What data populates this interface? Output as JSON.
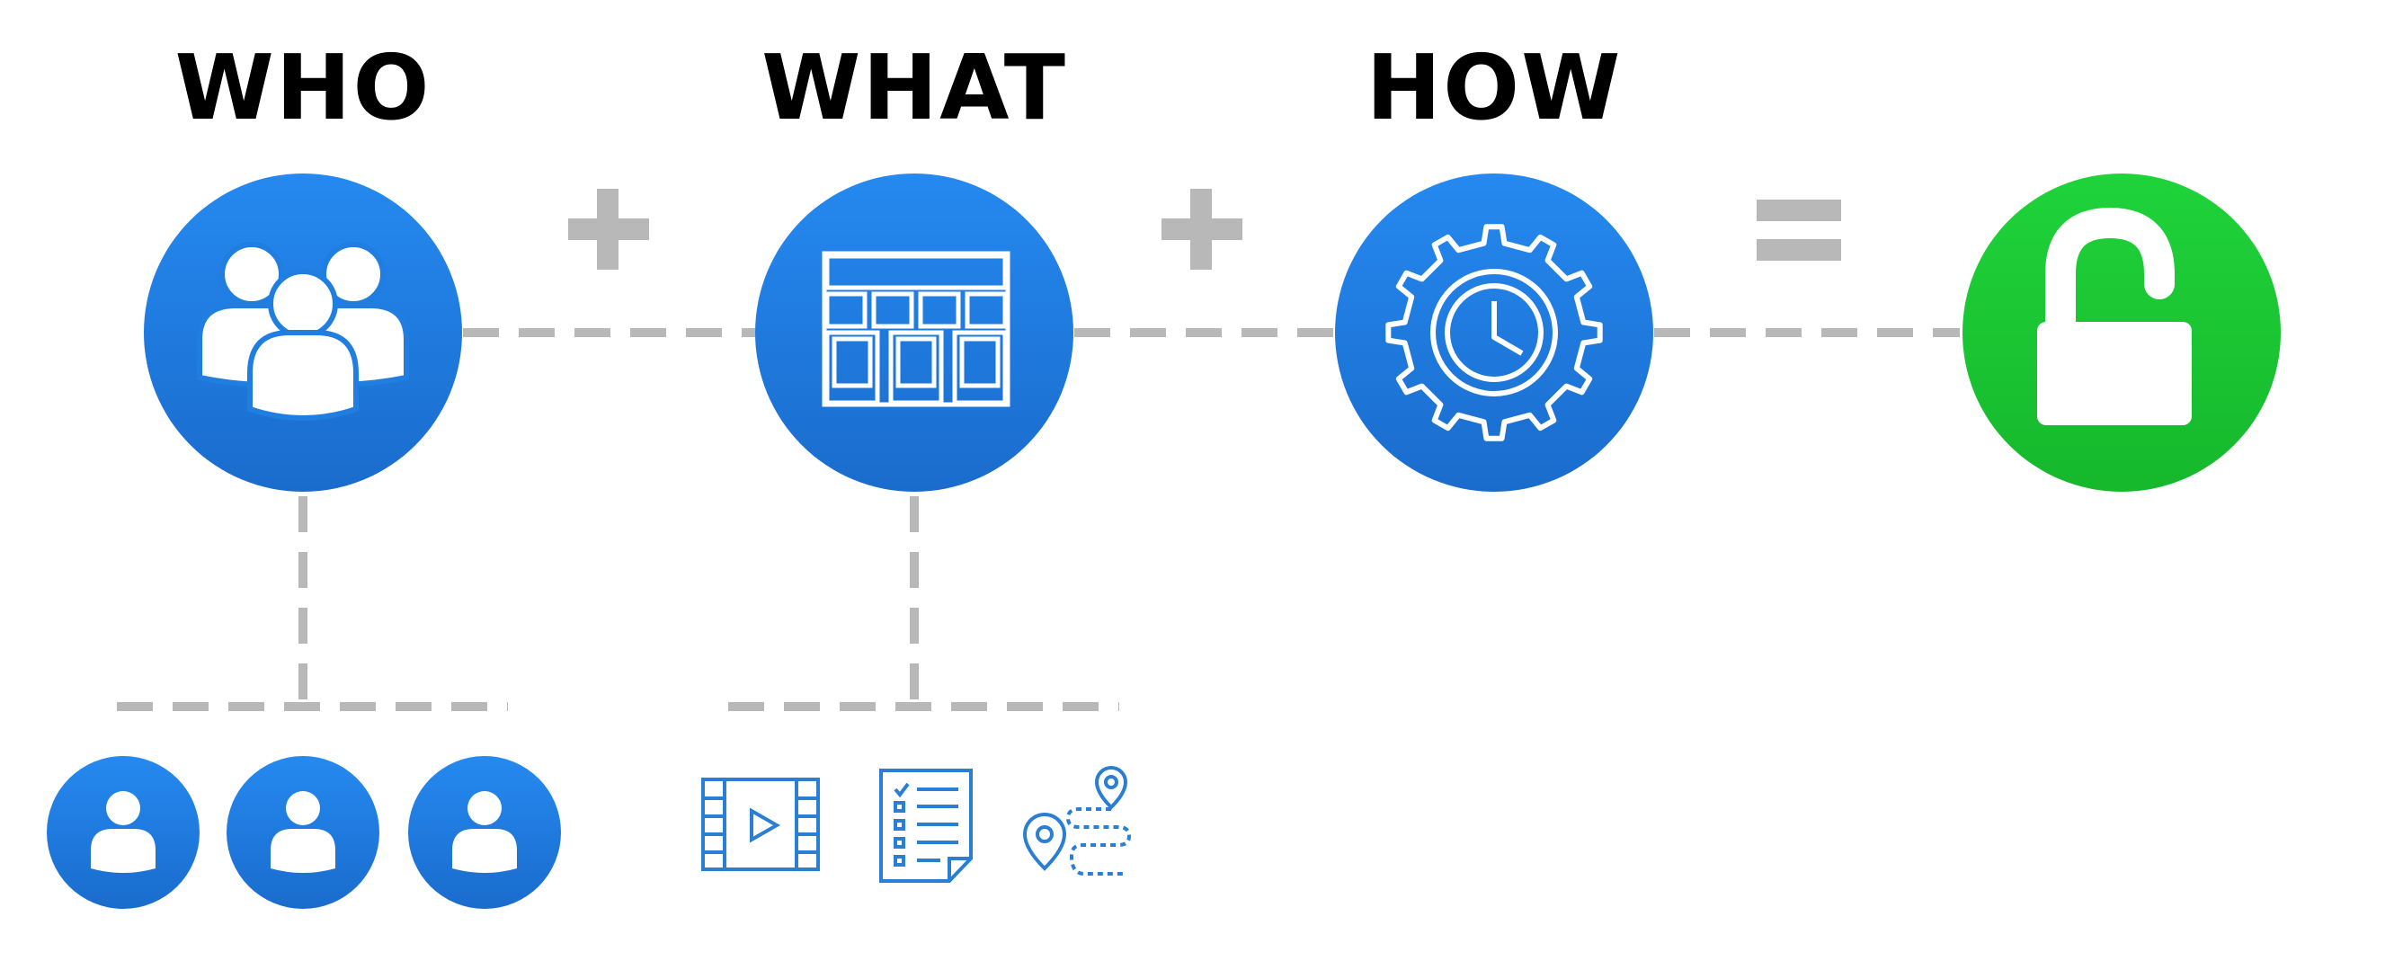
{
  "labels": {
    "who": "WHO",
    "what": "WHAT",
    "how": "HOW"
  },
  "operators": {
    "plus": "+",
    "equals": "="
  },
  "colors": {
    "blue_top": "#2589f0",
    "blue_bottom": "#1a6ccc",
    "green_top": "#1fd33a",
    "green_bottom": "#16b82c",
    "connector": "#b8b8b8",
    "icon_stroke": "#2a7fd4"
  },
  "nodes": [
    {
      "id": "who",
      "icon": "users-group-icon"
    },
    {
      "id": "what",
      "icon": "data-grid-icon"
    },
    {
      "id": "how",
      "icon": "gear-clock-icon"
    },
    {
      "id": "result",
      "icon": "unlocked-padlock-icon"
    }
  ],
  "who_children": [
    "user-icon",
    "user-icon",
    "user-icon"
  ],
  "what_children": [
    "video-film-icon",
    "checklist-document-icon",
    "route-map-pins-icon"
  ]
}
